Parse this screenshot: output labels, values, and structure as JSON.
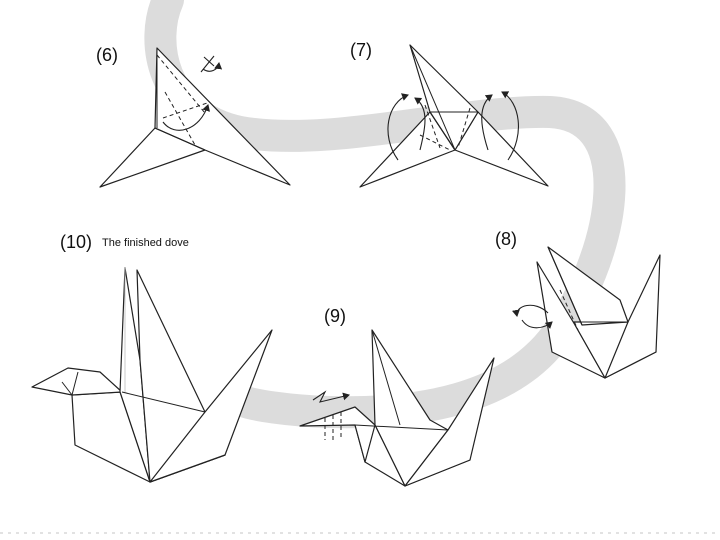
{
  "steps": [
    {
      "label": "(6)"
    },
    {
      "label": "(7)"
    },
    {
      "label": "(8)"
    },
    {
      "label": "(9)"
    },
    {
      "label": "(10)",
      "caption": "The finished dove"
    }
  ],
  "colors": {
    "background": "#ffffff",
    "line": "#222222",
    "guide_track": "#dcdcdc"
  },
  "icons": [
    "fold-arrow-icon",
    "reverse-fold-arrow-icon",
    "zigzag-arrow-icon",
    "flip-symbol-icon"
  ]
}
